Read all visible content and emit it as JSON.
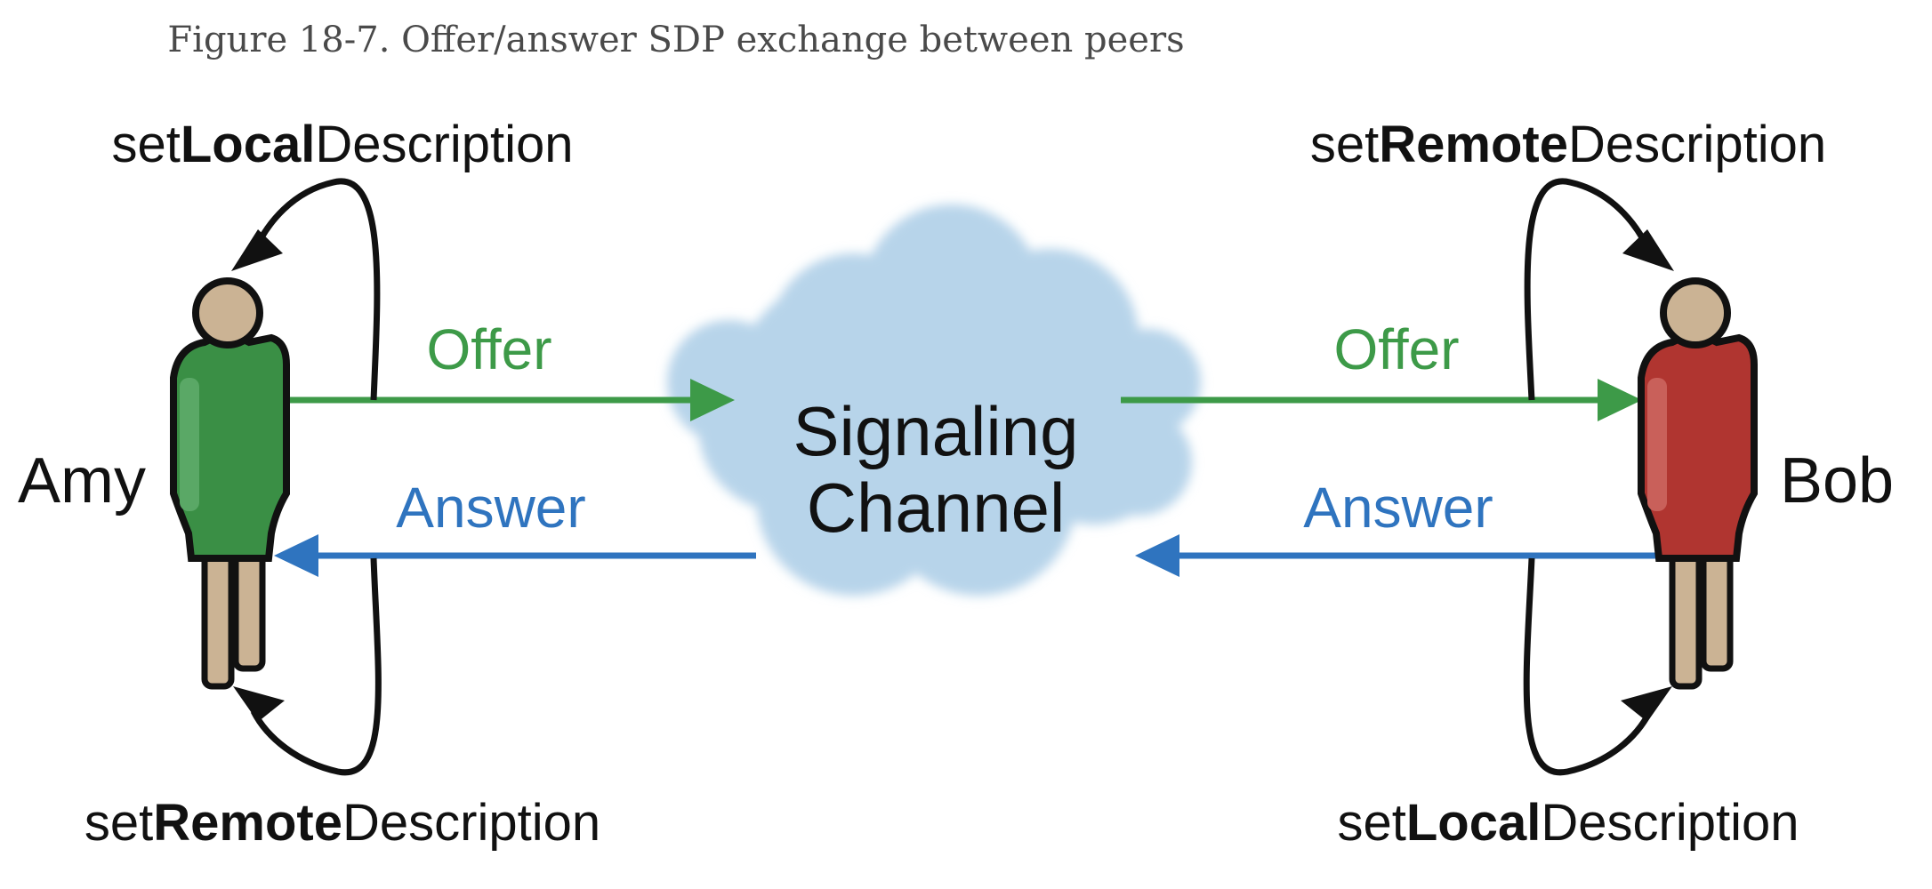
{
  "caption": "Figure 18-7. Offer/answer SDP exchange between peers",
  "peers": {
    "left": {
      "name": "Amy",
      "color": "#3a8f45"
    },
    "right": {
      "name": "Bob",
      "color": "#b03530"
    }
  },
  "channel": {
    "line1": "Signaling",
    "line2": "Channel",
    "color": "#b7d4ea"
  },
  "messages": {
    "offer": "Offer",
    "answer": "Answer",
    "offer_color": "#3d9a48",
    "answer_color": "#2f74bf"
  },
  "loops": {
    "left_top": {
      "prefix": "set",
      "bold": "Local",
      "suffix": "Description"
    },
    "left_bottom": {
      "prefix": "set",
      "bold": "Remote",
      "suffix": "Description"
    },
    "right_top": {
      "prefix": "set",
      "bold": "Remote",
      "suffix": "Description"
    },
    "right_bottom": {
      "prefix": "set",
      "bold": "Local",
      "suffix": "Description"
    }
  }
}
